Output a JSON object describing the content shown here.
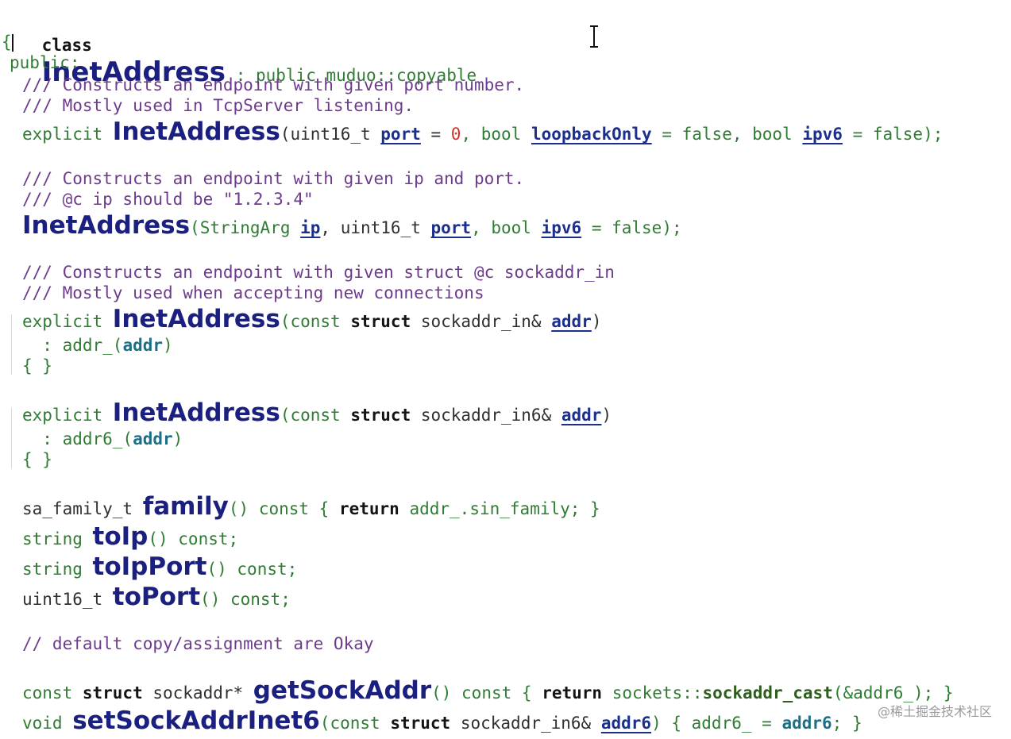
{
  "code": {
    "class_kw": "class",
    "class_name": "InetAddress",
    "inheritance": " : public muduo::copyable",
    "open_brace": "{",
    "access": "public:",
    "c1a": "/// Constructs an endpoint with given port number.",
    "c1b": "/// Mostly used in TcpServer listening.",
    "ctor1": {
      "kw": "explicit ",
      "name": "InetAddress",
      "p1": "(uint16_t ",
      "arg_port": "port",
      "p2": " = ",
      "zero": "0",
      "p3": ", bool ",
      "arg_loop": "loopbackOnly",
      "p4": " = false, bool ",
      "arg_ipv6": "ipv6",
      "p5": " = false);"
    },
    "c2a": "/// Constructs an endpoint with given ip and port.",
    "c2b": "/// @c ip should be \"1.2.3.4\"",
    "ctor2": {
      "name": "InetAddress",
      "p1": "(StringArg ",
      "arg_ip": "ip",
      "p2": ", uint16_t ",
      "arg_port": "port",
      "p3": ", bool ",
      "arg_ipv6": "ipv6",
      "p4": " = false);"
    },
    "c3a": "/// Constructs an endpoint with given struct @c sockaddr_in",
    "c3b": "/// Mostly used when accepting new connections",
    "ctor3": {
      "kw": "explicit ",
      "name": "InetAddress",
      "p1": "(const ",
      "struct_kw": "struct",
      "p2": " sockaddr_in& ",
      "arg": "addr",
      "p3": ")",
      "init_pre": "  : addr_(",
      "init_arg": "addr",
      "init_post": ")",
      "body": "{ }"
    },
    "ctor4": {
      "kw": "explicit ",
      "name": "InetAddress",
      "p1": "(const ",
      "struct_kw": "struct",
      "p2": " sockaddr_in6& ",
      "arg": "addr",
      "p3": ")",
      "init_pre": "  : addr6_(",
      "init_arg": "addr",
      "init_post": ")",
      "body": "{ }"
    },
    "family": {
      "type": "sa_family_t ",
      "name": "family",
      "p1": "() const { ",
      "ret": "return",
      "p2": " addr_.sin_family; }"
    },
    "toip": {
      "type": "string ",
      "name": "toIp",
      "p1": "() const;"
    },
    "toipport": {
      "type": "string ",
      "name": "toIpPort",
      "p1": "() const;"
    },
    "toport": {
      "type": "uint16_t ",
      "name": "toPort",
      "p1": "() const;"
    },
    "c4": "// default copy/assignment are Okay",
    "getsock": {
      "p0": "const ",
      "struct_kw": "struct",
      "p1": " sockaddr* ",
      "name": "getSockAddr",
      "p2": "() const { ",
      "ret": "return",
      "p3": " sockets::",
      "cast": "sockaddr_cast",
      "p4": "(&addr6_); }"
    },
    "setsock": {
      "p0": "void ",
      "name": "setSockAddrInet6",
      "p1": "(const ",
      "struct_kw": "struct",
      "p2": " sockaddr_in6& ",
      "arg": "addr6",
      "p3": ") { addr6_ = ",
      "arg2": "addr6",
      "p4": "; }"
    }
  },
  "watermark": "@稀土掘金技术社区"
}
